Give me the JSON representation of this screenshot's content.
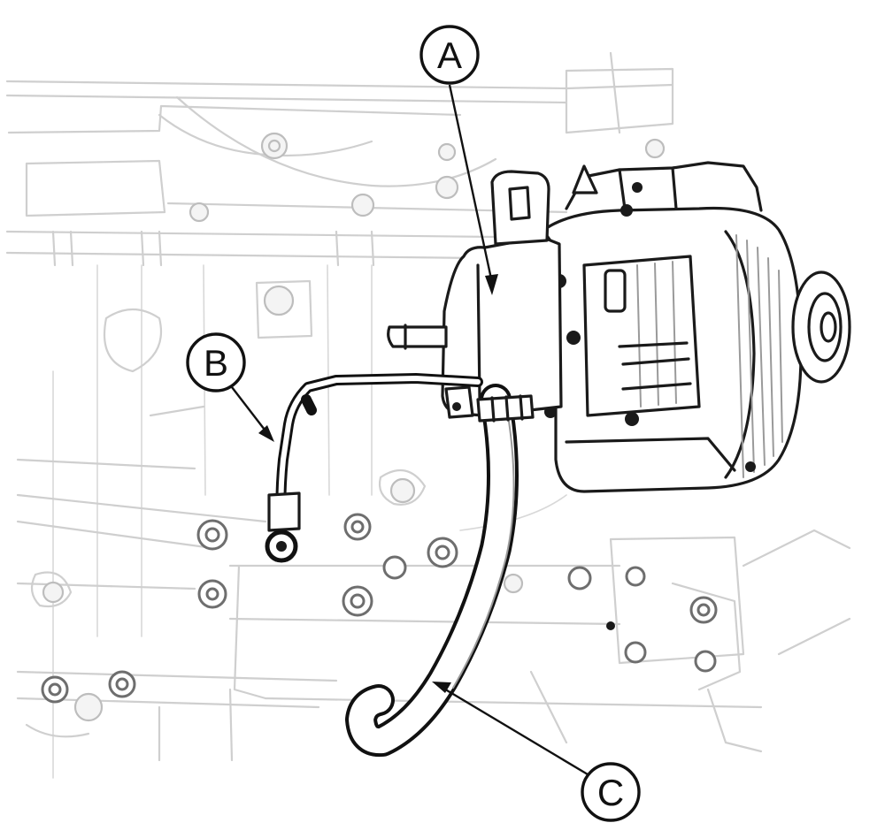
{
  "callouts": {
    "a": {
      "letter": "A",
      "meaning": "vacuum-pump-icon"
    },
    "b": {
      "letter": "B",
      "meaning": "oil-feed-pipe-icon"
    },
    "c": {
      "letter": "C",
      "meaning": "oil-return-hose-icon"
    }
  },
  "colors": {
    "ink": "#111111",
    "faint_engine_lines": "#cfcfcf",
    "background": "#ffffff"
  }
}
